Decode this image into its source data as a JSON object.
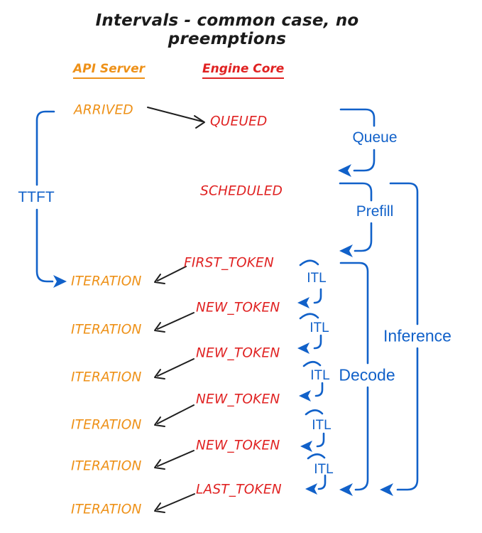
{
  "title": "Intervals - common case, no preemptions",
  "columns": {
    "api_server": "API Server",
    "engine_core": "Engine Core"
  },
  "events": {
    "arrived": "ARRIVED",
    "queued": "QUEUED",
    "scheduled": "SCHEDULED",
    "first_token": "FIRST_TOKEN",
    "new_token": "NEW_TOKEN",
    "last_token": "LAST_TOKEN",
    "iteration": "ITERATION"
  },
  "intervals": {
    "ttft": "TTFT",
    "queue": "Queue",
    "prefill": "Prefill",
    "itl": "ITL",
    "decode": "Decode",
    "inference": "Inference"
  },
  "colors": {
    "api_server_orange": "#EE9118",
    "engine_core_red": "#E02222",
    "interval_blue": "#1161C9",
    "ink_black": "#1F1F1F"
  }
}
